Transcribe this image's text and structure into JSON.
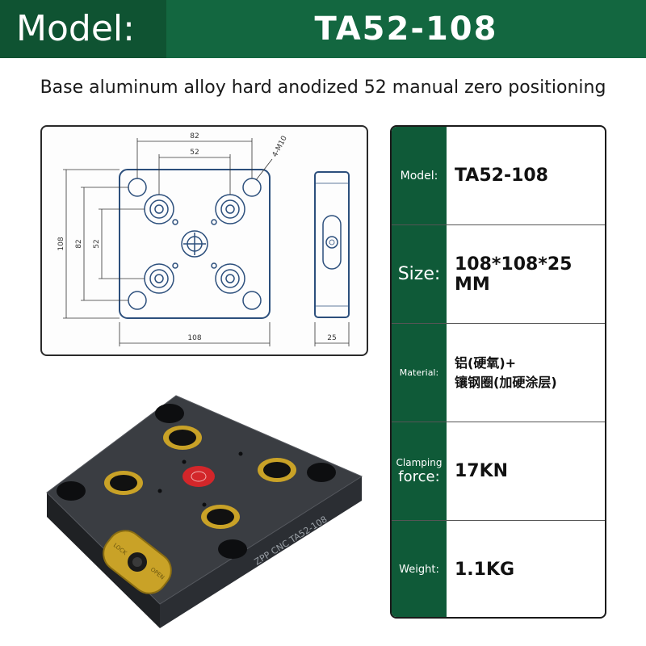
{
  "header": {
    "label": "Model:",
    "model": "TA52-108"
  },
  "subtitle": "Base aluminum alloy hard anodized 52 manual zero positioning",
  "drawing": {
    "dim_82_top": "82",
    "dim_52_top": "52",
    "thread_note": "4-M10",
    "dim_108_side": "108",
    "dim_82_side": "82",
    "dim_52_side": "52",
    "dim_108_bottom": "108",
    "dim_25": "25"
  },
  "specs": [
    {
      "label": "Model:",
      "label2": "",
      "value": "TA52-108",
      "value2": ""
    },
    {
      "label": "Size:",
      "label2": "",
      "value": "108*108*25",
      "value2": "MM"
    },
    {
      "label": "Material:",
      "label2": "",
      "value": "铝(硬氧)+",
      "value2": "镶钢圈(加硬涂层)"
    },
    {
      "label": "Clamping",
      "label2": "force:",
      "value": "17KN",
      "value2": ""
    },
    {
      "label": "Weight:",
      "label2": "",
      "value": "1.1KG",
      "value2": ""
    }
  ],
  "photo": {
    "engraving": "ZPP CNC TA52-108",
    "lock_label": "LOCK",
    "open_label": "OPEN"
  },
  "colors": {
    "header_green": "#136740",
    "label_green": "#0f5a38",
    "body_dark": "#3a3d42",
    "brass": "#c9a227",
    "red_center": "#d3262a"
  }
}
